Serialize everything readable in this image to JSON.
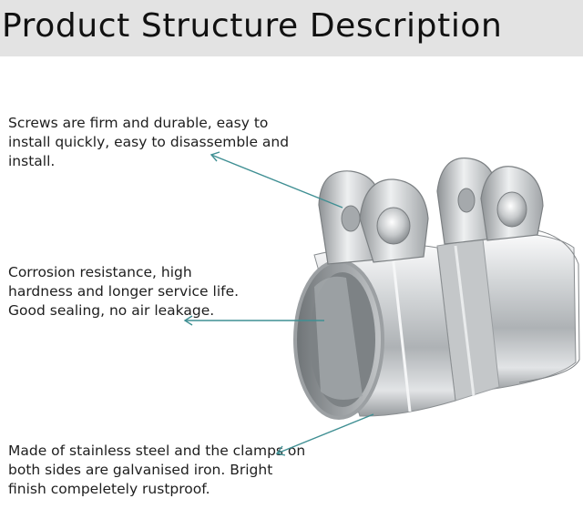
{
  "page": {
    "title": "Product Structure Description"
  },
  "callouts": [
    {
      "text": "Screws are firm and durable, easy to install quickly, easy to disassemble and install."
    },
    {
      "text": "Corrosion resistance, high hardness and longer service life. Good sealing, no air leakage."
    },
    {
      "text": "Made of stainless steel and the clamps on both sides are galvanised iron. Bright finish compeletely rustproof."
    }
  ],
  "illustration": {
    "subject": "exhaust-pipe-sleeve-clamp",
    "arrow_color": "#3f8f93",
    "metal_color": "#b9bdc0"
  }
}
